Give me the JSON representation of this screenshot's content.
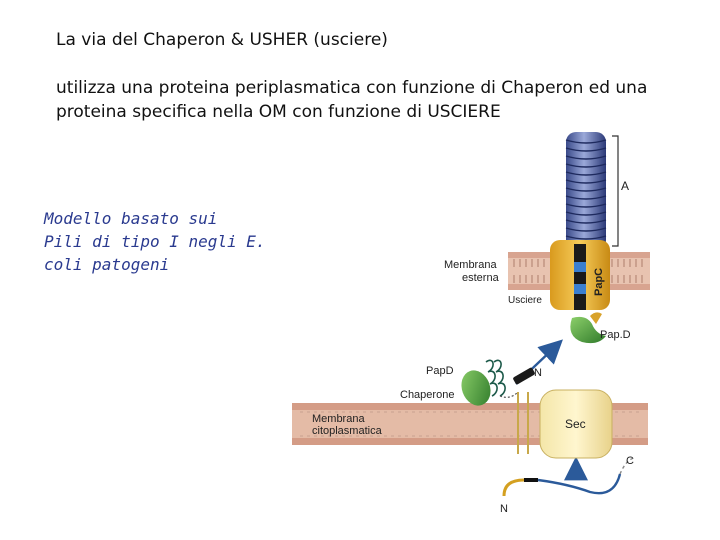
{
  "slide": {
    "title": "La via del Chaperon & USHER (usciere)",
    "subtitle": "utilizza una proteina periplasmatica con funzione di Chaperon  ed una proteina specifica nella OM con funzione di USCIERE",
    "model_text": "Modello basato sui\nPili di tipo I negli E.\ncoli patogeni"
  },
  "diagram": {
    "label_A": "A",
    "label_outer_membrane_1": "Membrana",
    "label_outer_membrane_2": "esterna",
    "label_papC": "PapC",
    "label_usher": "Usciere",
    "label_papD_right": "Pap.D",
    "label_papD_left": "PapD",
    "label_N_top": "N",
    "label_chaperone": "Chaperone",
    "label_inner_membrane_1": "Membrana",
    "label_inner_membrane_2": "citoplasmatica",
    "label_sec": "Sec",
    "label_C": "C",
    "label_N_bottom": "N"
  }
}
